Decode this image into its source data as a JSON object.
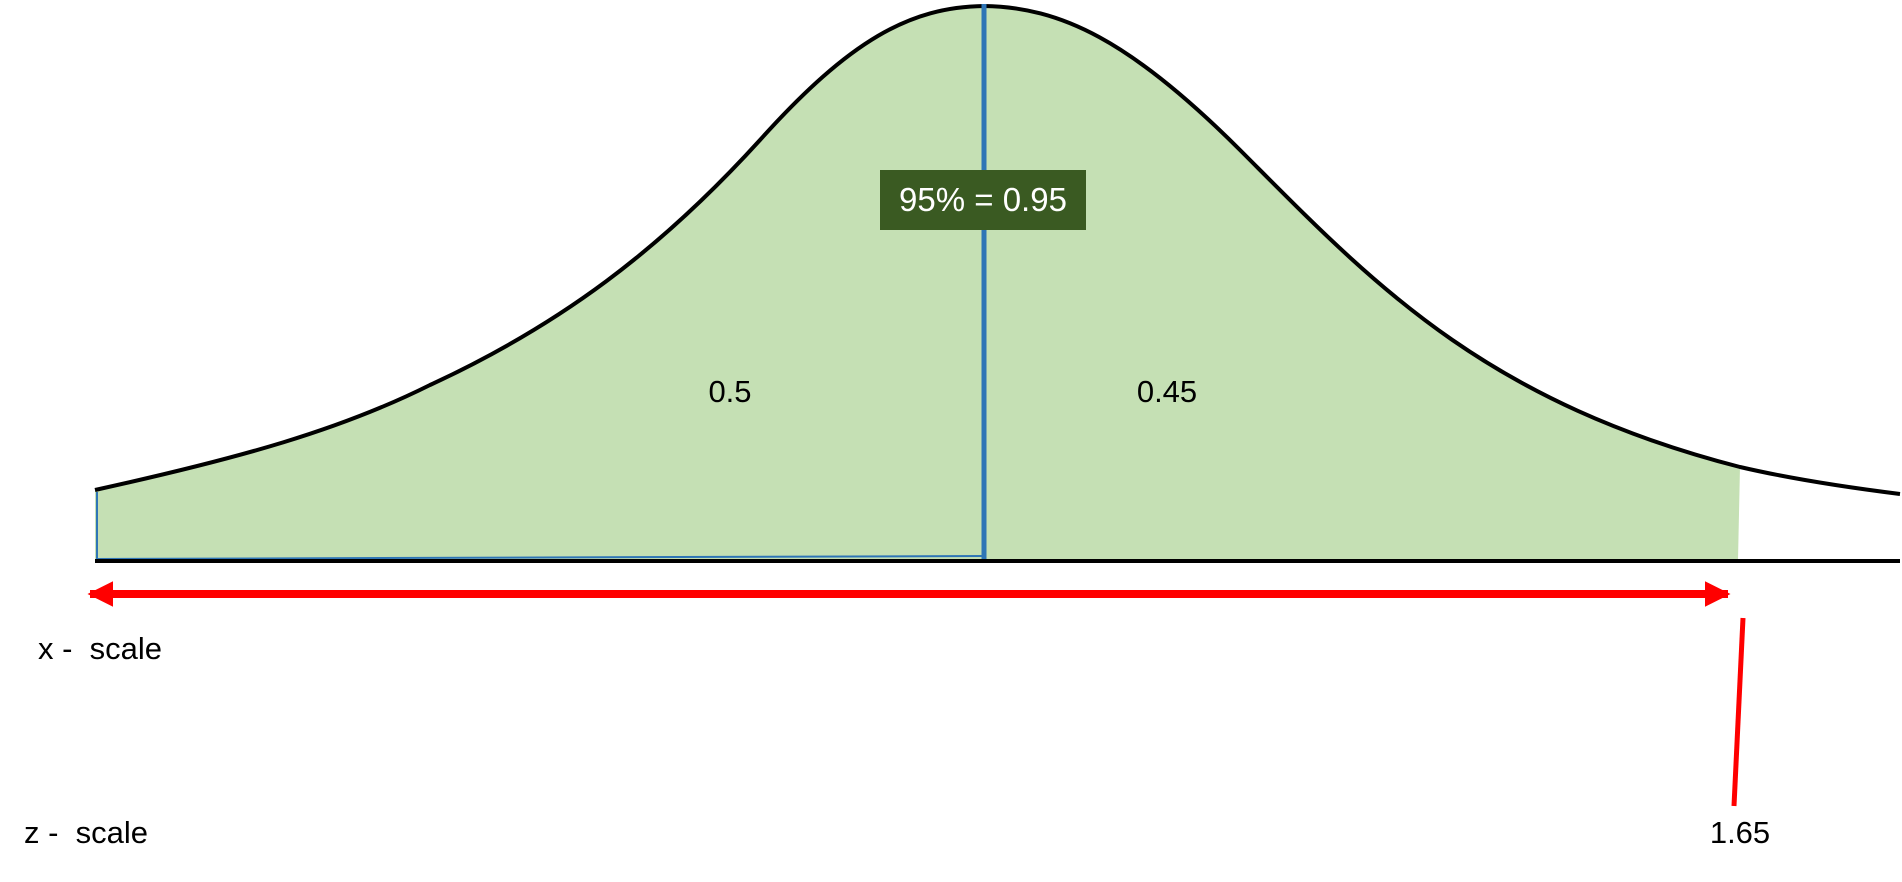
{
  "diagram": {
    "box_label": "95% = 0.95",
    "left_area_label": "0.5",
    "right_area_label": "0.45",
    "x_scale_label": "x -  scale",
    "z_scale_label": "z -  scale",
    "z_value_label": "1.65",
    "shaded_area_fraction": 0.95,
    "z_value": 1.65
  },
  "colors": {
    "shade_fill": "#c5e0b4",
    "curve": "#000000",
    "mean_line": "#2e75b6",
    "label_box": "#3a5a22",
    "label_box_text": "#ffffff",
    "arrow": "#ff0000",
    "text": "#000000"
  }
}
